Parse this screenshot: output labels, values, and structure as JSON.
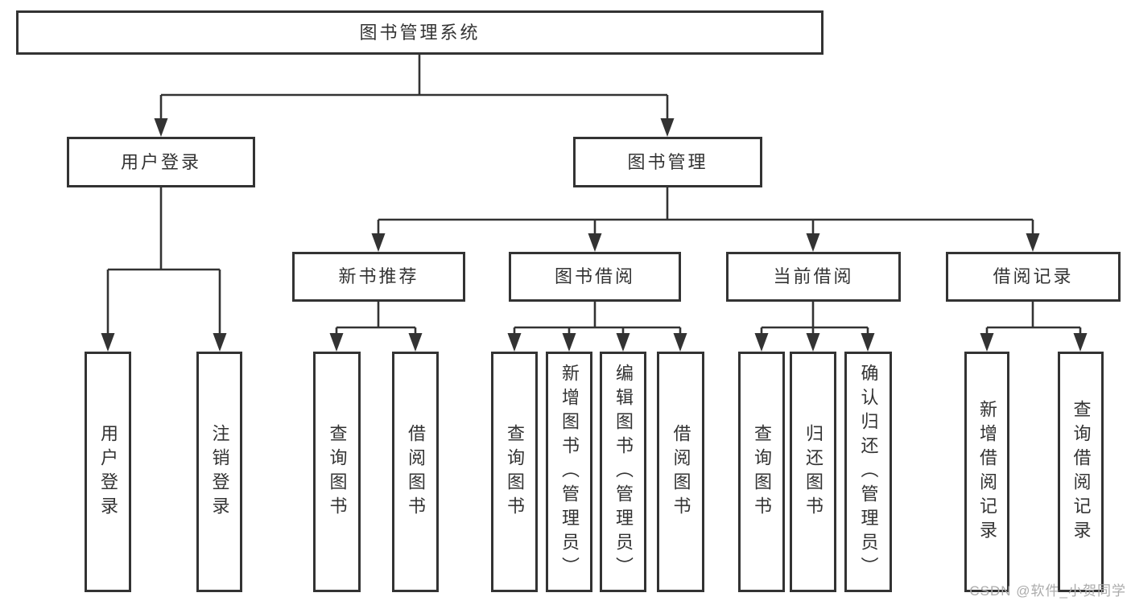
{
  "colors": {
    "line": "#333333",
    "text": "#333333",
    "background": "#ffffff",
    "watermark": "#ababab"
  },
  "watermark": {
    "text": "CSDN @软件_小贺同学"
  },
  "tree": {
    "root": {
      "label": "图书管理系统",
      "children": [
        {
          "label": "用户登录",
          "children": [
            {
              "label": "用户登录"
            },
            {
              "label": "注销登录"
            }
          ]
        },
        {
          "label": "图书管理",
          "children": [
            {
              "label": "新书推荐",
              "children": [
                {
                  "label": "查询图书"
                },
                {
                  "label": "借阅图书"
                }
              ]
            },
            {
              "label": "图书借阅",
              "children": [
                {
                  "label": "查询图书"
                },
                {
                  "label": "新增图书（管理员）"
                },
                {
                  "label": "编辑图书（管理员）"
                },
                {
                  "label": "借阅图书"
                }
              ]
            },
            {
              "label": "当前借阅",
              "children": [
                {
                  "label": "查询图书"
                },
                {
                  "label": "归还图书"
                },
                {
                  "label": "确认归还（管理员）"
                }
              ]
            },
            {
              "label": "借阅记录",
              "children": [
                {
                  "label": "新增借阅记录"
                },
                {
                  "label": "查询借阅记录"
                }
              ]
            }
          ]
        }
      ]
    }
  }
}
